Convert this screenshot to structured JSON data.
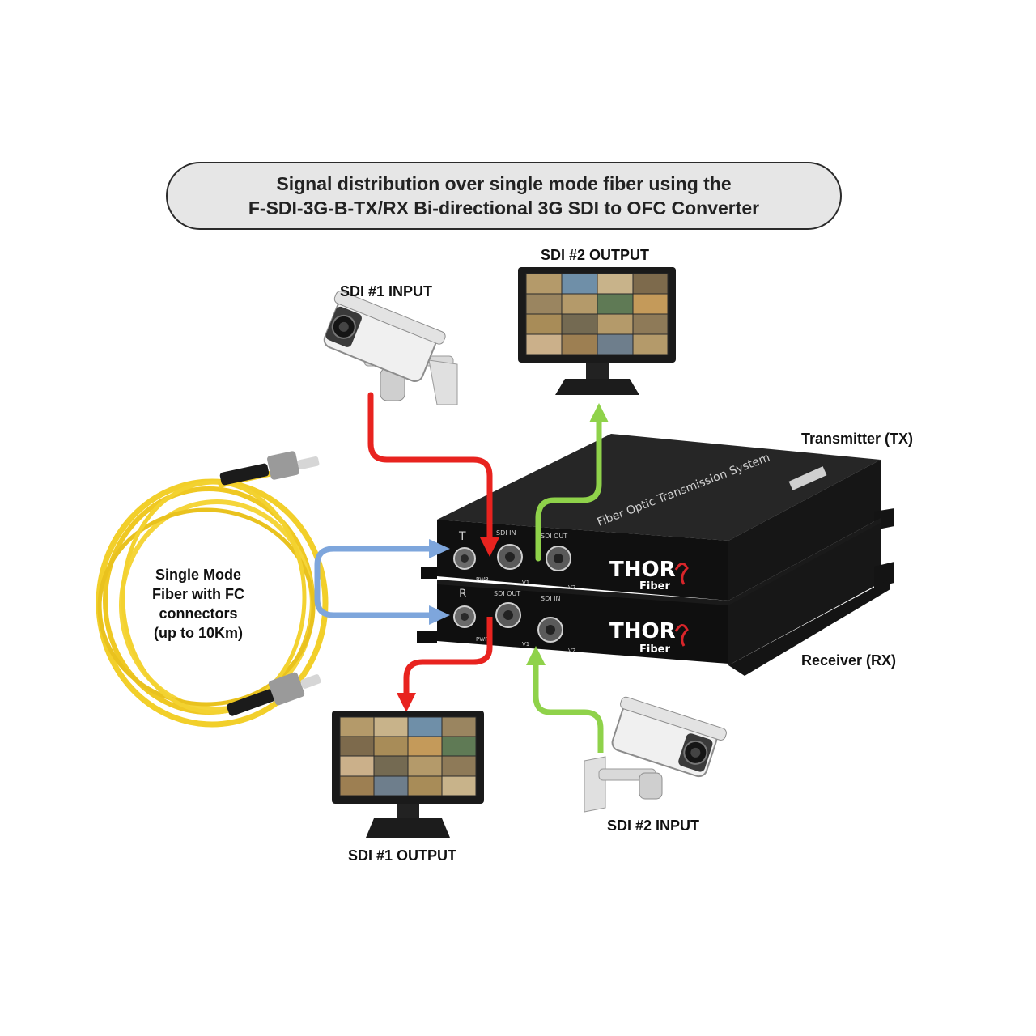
{
  "title": {
    "line1": "Signal distribution over single mode fiber using the",
    "line2": "F-SDI-3G-B-TX/RX Bi-directional 3G SDI to OFC Converter"
  },
  "labels": {
    "sdi1_input": "SDI #1 INPUT",
    "sdi2_output": "SDI #2 OUTPUT",
    "transmitter": "Transmitter (TX)",
    "receiver": "Receiver (RX)",
    "sdi1_output": "SDI #1 OUTPUT",
    "sdi2_input": "SDI #2 INPUT"
  },
  "fiber_label": [
    "Single Mode",
    "Fiber with FC",
    "connectors",
    "(up to 10Km)"
  ],
  "device": {
    "top_text": "Fiber Optic Transmission System",
    "tx_letter": "T",
    "rx_letter": "R",
    "tx_ports": [
      "SDI IN",
      "SDI OUT"
    ],
    "rx_ports": [
      "SDI OUT",
      "SDI IN"
    ],
    "led_labels": [
      "PWR",
      "V1",
      "V2"
    ],
    "brand": "THOR",
    "brand_sub": "Fiber"
  },
  "colors": {
    "signal1": "#e8231f",
    "signal2": "#8fd24a",
    "fiber_link": "#7ea6dc",
    "fiber_cable": "#f2cf2a",
    "device_body": "#1e1e1e"
  }
}
